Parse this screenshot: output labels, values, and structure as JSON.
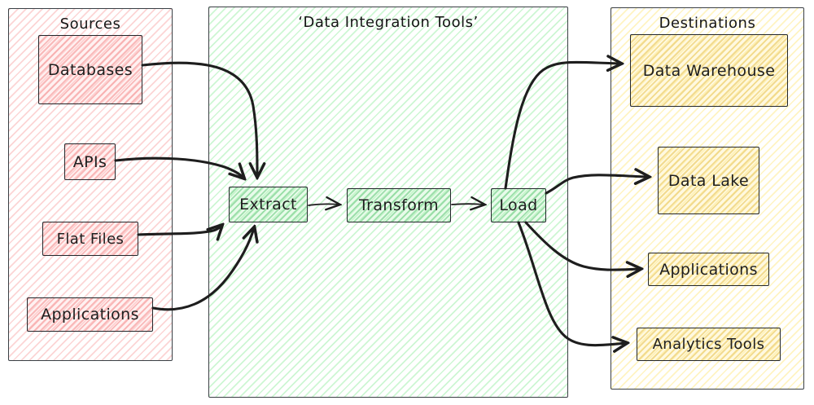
{
  "diagram": {
    "panels": {
      "sources": {
        "title": "Sources",
        "items": [
          {
            "label": "Databases"
          },
          {
            "label": "APIs"
          },
          {
            "label": "Flat Files"
          },
          {
            "label": "Applications"
          }
        ]
      },
      "pipeline": {
        "title": "‘Data Integration Tools’",
        "items": [
          {
            "label": "Extract"
          },
          {
            "label": "Transform"
          },
          {
            "label": "Load"
          }
        ]
      },
      "destinations": {
        "title": "Destinations",
        "items": [
          {
            "label": "Data Warehouse"
          },
          {
            "label": "Data Lake"
          },
          {
            "label": "Applications"
          },
          {
            "label": "Analytics Tools"
          }
        ]
      }
    },
    "connections": [
      "Databases -> Extract",
      "APIs -> Extract",
      "Flat Files -> Extract",
      "Applications -> Extract",
      "Extract -> Transform",
      "Transform -> Load",
      "Load -> Data Warehouse",
      "Load -> Data Lake",
      "Load -> Applications",
      "Load -> Analytics Tools"
    ],
    "colors": {
      "sources_fill": "#ffc9c9",
      "pipeline_fill": "#b2f2bb",
      "destinations_fill": "#ffec99",
      "shape_stroke": "#1e1e1e",
      "panel_stroke": "#343a40",
      "arrow_stroke": "#1e1e1e",
      "background": "#ffffff"
    }
  }
}
